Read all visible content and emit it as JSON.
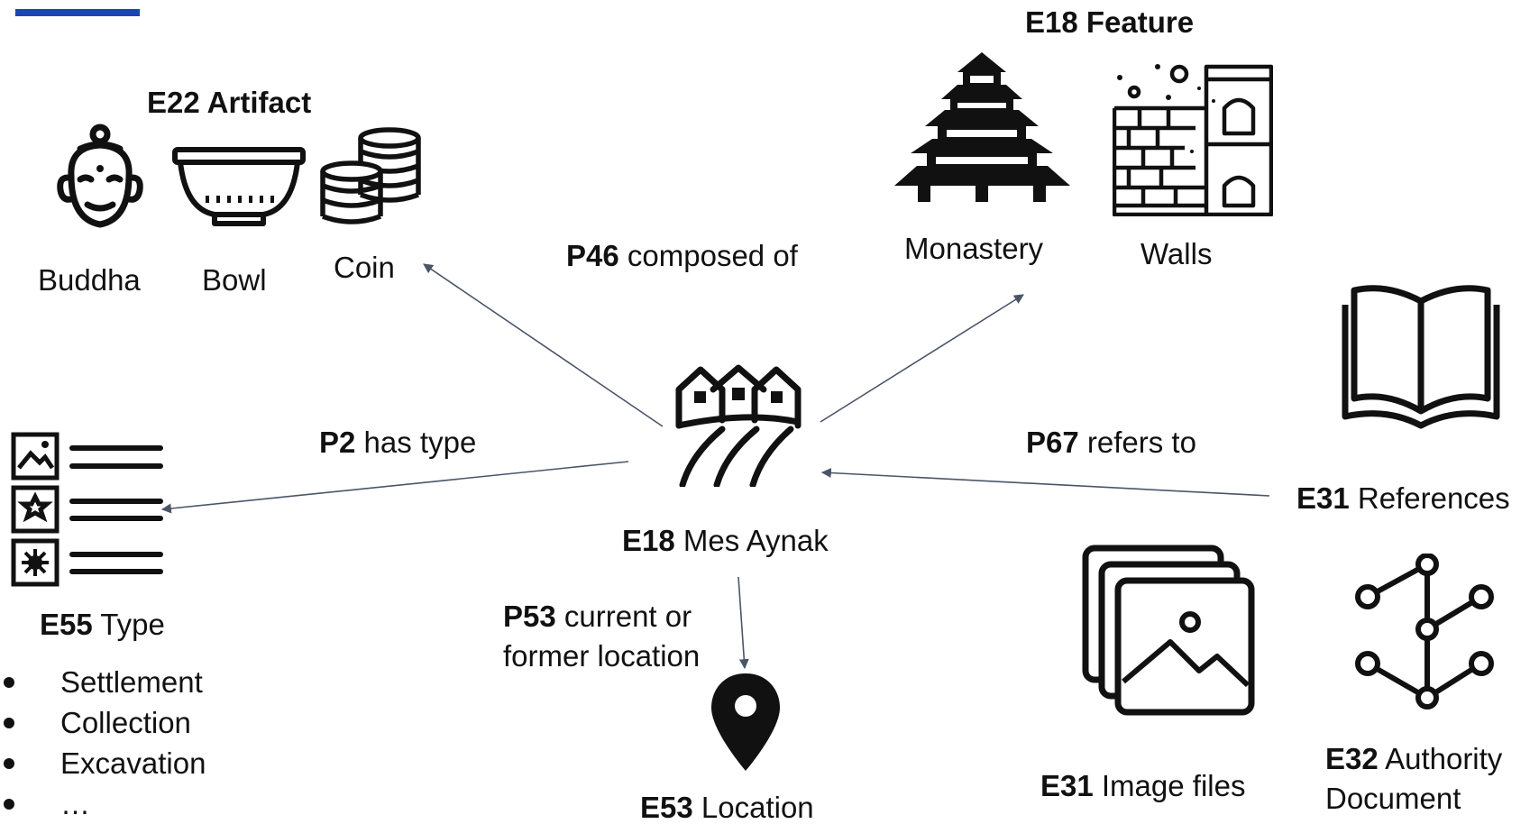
{
  "colors": {
    "accent_bar": "#1a44b8",
    "edge": "#4a5568",
    "ink": "#111111"
  },
  "artifact": {
    "heading": "E22 Artifact",
    "items": [
      "Buddha",
      "Bowl",
      "Coin"
    ],
    "icons": [
      "buddha-head-icon",
      "bowl-icon",
      "coin-stack-icon"
    ]
  },
  "feature": {
    "heading": "E18 Feature",
    "items": [
      "Monastery",
      "Walls"
    ],
    "icons": [
      "pagoda-icon",
      "ruined-wall-icon"
    ]
  },
  "center": {
    "code": "E18",
    "name": "Mes Aynak",
    "icon": "village-fields-icon"
  },
  "type_node": {
    "code": "E55",
    "name": "Type",
    "icon": "type-list-icon",
    "items": [
      "Settlement",
      "Collection",
      "Excavation",
      "…"
    ]
  },
  "location_node": {
    "code": "E53",
    "name": "Location",
    "icon": "map-pin-icon"
  },
  "references_node": {
    "code": "E31",
    "name": "References",
    "icon": "open-book-icon"
  },
  "image_files_node": {
    "code": "E31",
    "name": "Image files",
    "icon": "image-stack-icon"
  },
  "authority_node": {
    "code": "E32",
    "name_line1": "Authority",
    "name_line2": "Document",
    "icon": "network-graph-icon"
  },
  "relations": {
    "p46": {
      "code": "P46",
      "text": "composed of"
    },
    "p2": {
      "code": "P2",
      "text": "has type"
    },
    "p67": {
      "code": "P67",
      "text": "refers to"
    },
    "p53": {
      "code": "P53",
      "text_line1": "current or",
      "text_line2": "former location"
    }
  }
}
